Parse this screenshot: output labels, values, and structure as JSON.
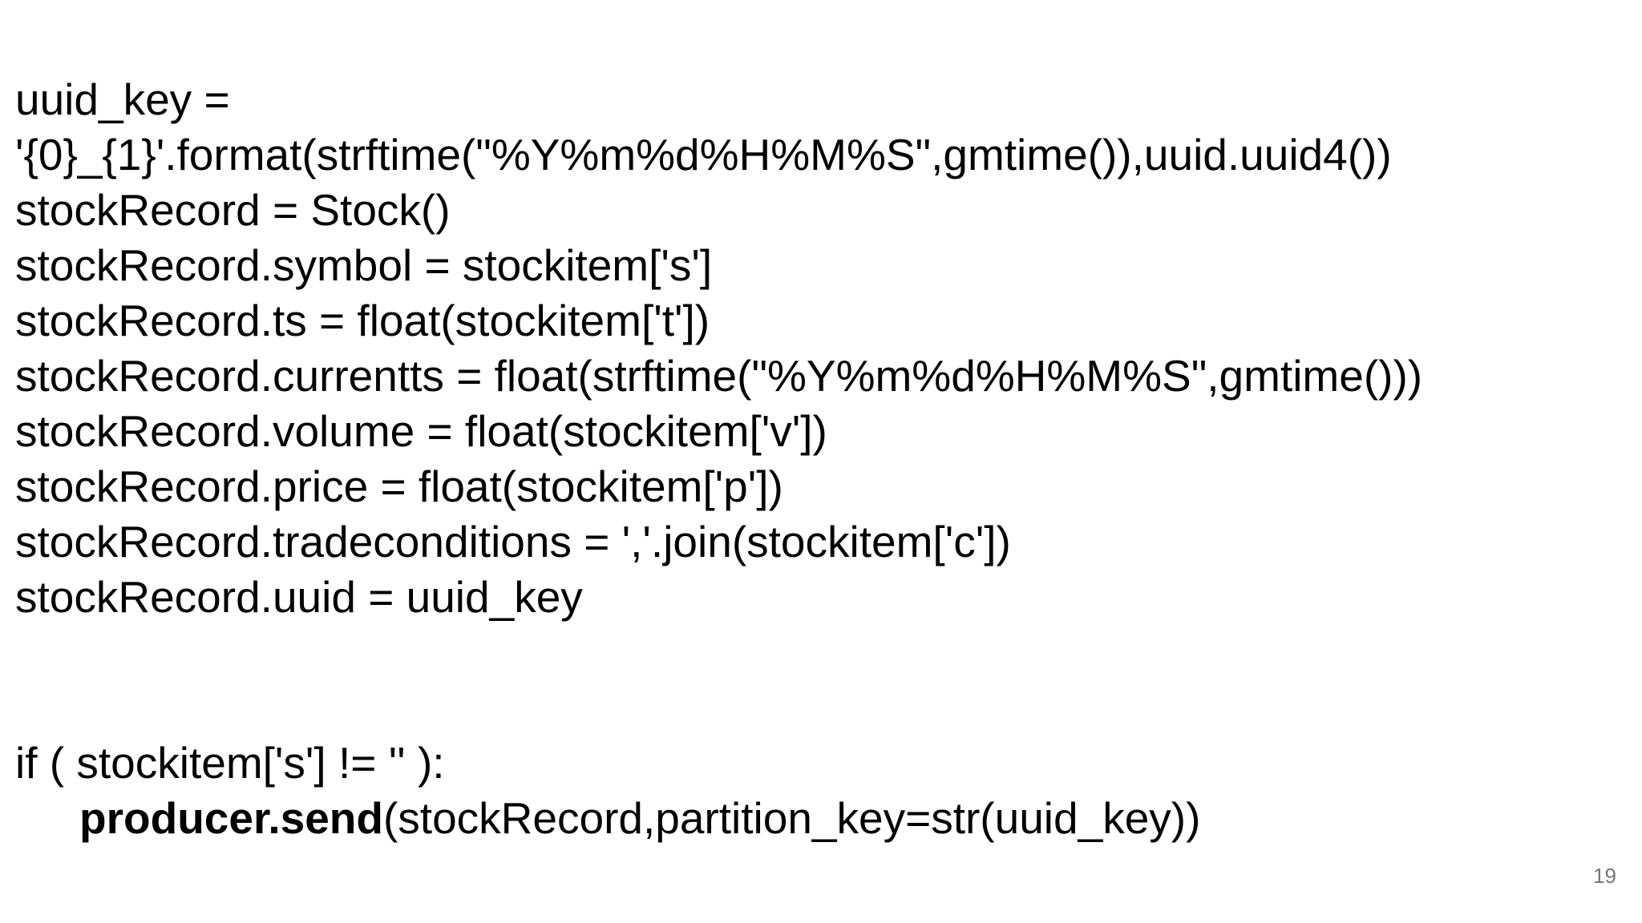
{
  "slide": {
    "code_lines": [
      "uuid_key =",
      "'{0}_{1}'.format(strftime(\"%Y%m%d%H%M%S\",gmtime()),uuid.uuid4())",
      "stockRecord = Stock()",
      "stockRecord.symbol = stockitem['s']",
      "stockRecord.ts = float(stockitem['t'])",
      "stockRecord.currentts = float(strftime(\"%Y%m%d%H%M%S\",gmtime()))",
      "stockRecord.volume = float(stockitem['v'])",
      "stockRecord.price = float(stockitem['p'])",
      "stockRecord.tradeconditions = ','.join(stockitem['c'])",
      "stockRecord.uuid = uuid_key"
    ],
    "if_line": "if ( stockitem['s'] != '' ):",
    "send_call_bold": "producer.send",
    "send_call_args": "(stockRecord,partition_key=str(uuid_key))",
    "page_number": "19"
  }
}
